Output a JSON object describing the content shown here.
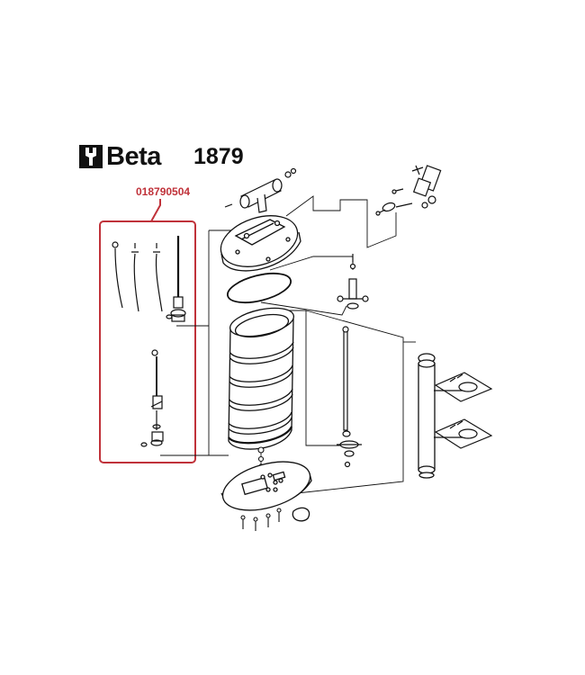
{
  "header": {
    "brand": "Beta",
    "model": "1879"
  },
  "callout": {
    "part_code": "018790504"
  },
  "colors": {
    "accent": "#c0323a",
    "ink": "#111111"
  },
  "icons": [
    "wrench-logo-icon"
  ]
}
